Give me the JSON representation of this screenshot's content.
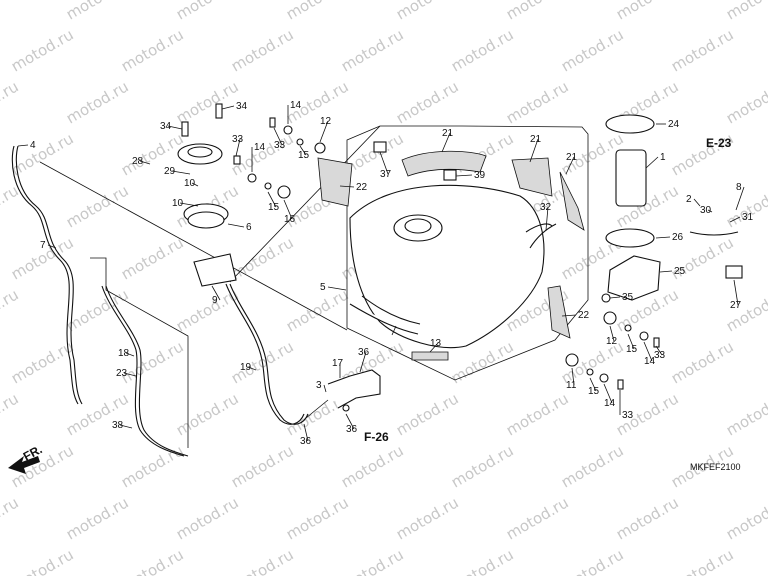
{
  "callouts": [
    "1",
    "2",
    "3",
    "4",
    "5",
    "6",
    "7",
    "8",
    "9",
    "10",
    "11",
    "12",
    "13",
    "14",
    "15",
    "16",
    "17",
    "18",
    "19",
    "21",
    "22",
    "23",
    "24",
    "25",
    "26",
    "27",
    "28",
    "29",
    "30",
    "31",
    "32",
    "33",
    "34",
    "35",
    "36",
    "37",
    "38",
    "39"
  ],
  "refs": {
    "e23": "E-23",
    "f26": "F-26"
  },
  "front_label": "FR.",
  "code": "MKFEF2100",
  "watermark": "motod.ru"
}
